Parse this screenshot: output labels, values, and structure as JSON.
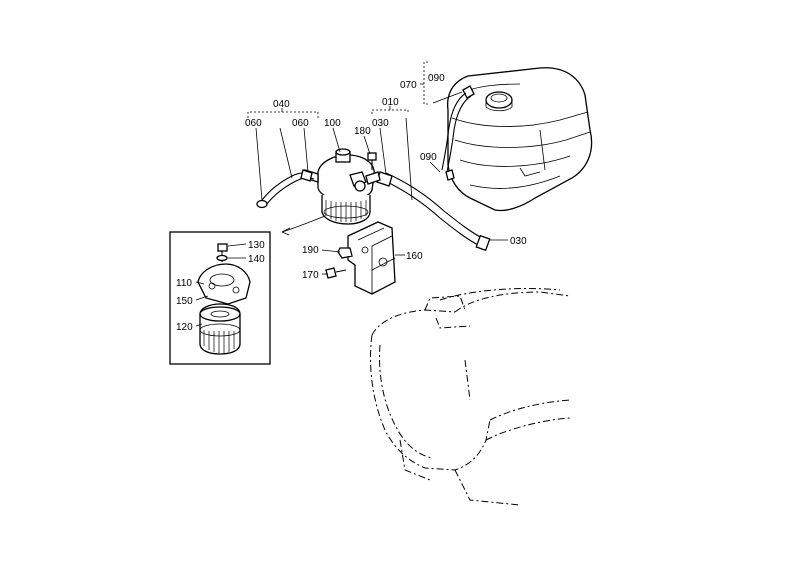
{
  "labels": {
    "l010": "010",
    "l030a": "030",
    "l030b": "030",
    "l040": "040",
    "l060a": "060",
    "l060b": "060",
    "l070": "070",
    "l090a": "090",
    "l090b": "090",
    "l100": "100",
    "l110": "110",
    "l120": "120",
    "l130": "130",
    "l140": "140",
    "l150": "150",
    "l160": "160",
    "l170": "170",
    "l180": "180",
    "l190": "190"
  }
}
